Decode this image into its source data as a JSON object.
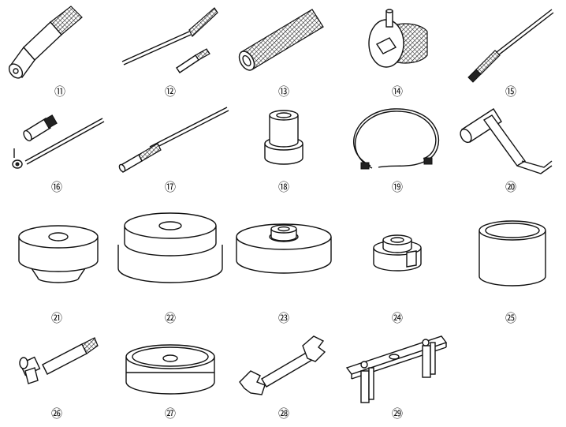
{
  "tools": [
    {
      "id": "11",
      "label": "⑪",
      "kind": "knurled-handle"
    },
    {
      "id": "12",
      "label": "⑫",
      "kind": "rod-with-insert"
    },
    {
      "id": "13",
      "label": "⑬",
      "kind": "knurled-sleeve"
    },
    {
      "id": "14",
      "label": "⑭",
      "kind": "knurled-nut"
    },
    {
      "id": "15",
      "label": "⑮",
      "kind": "long-rod"
    },
    {
      "id": "16",
      "label": "⑯",
      "kind": "rod-with-collet-washer"
    },
    {
      "id": "17",
      "label": "⑰",
      "kind": "threaded-shaft"
    },
    {
      "id": "18",
      "label": "⑱",
      "kind": "stepped-collar"
    },
    {
      "id": "19",
      "label": "⑲",
      "kind": "cable"
    },
    {
      "id": "20",
      "label": "⑳",
      "kind": "t-wrench"
    },
    {
      "id": "21",
      "label": "㉑",
      "kind": "disc-small"
    },
    {
      "id": "22",
      "label": "㉒",
      "kind": "disc-large"
    },
    {
      "id": "23",
      "label": "㉓",
      "kind": "disc-medium"
    },
    {
      "id": "24",
      "label": "㉔",
      "kind": "slotted-adapter"
    },
    {
      "id": "25",
      "label": "㉕",
      "kind": "ring-sleeve"
    },
    {
      "id": "26",
      "label": "㉖",
      "kind": "angle-fitting"
    },
    {
      "id": "27",
      "label": "㉗",
      "kind": "cup"
    },
    {
      "id": "28",
      "label": "㉘",
      "kind": "double-end-wrench"
    },
    {
      "id": "29",
      "label": "㉙",
      "kind": "support-bracket"
    }
  ]
}
